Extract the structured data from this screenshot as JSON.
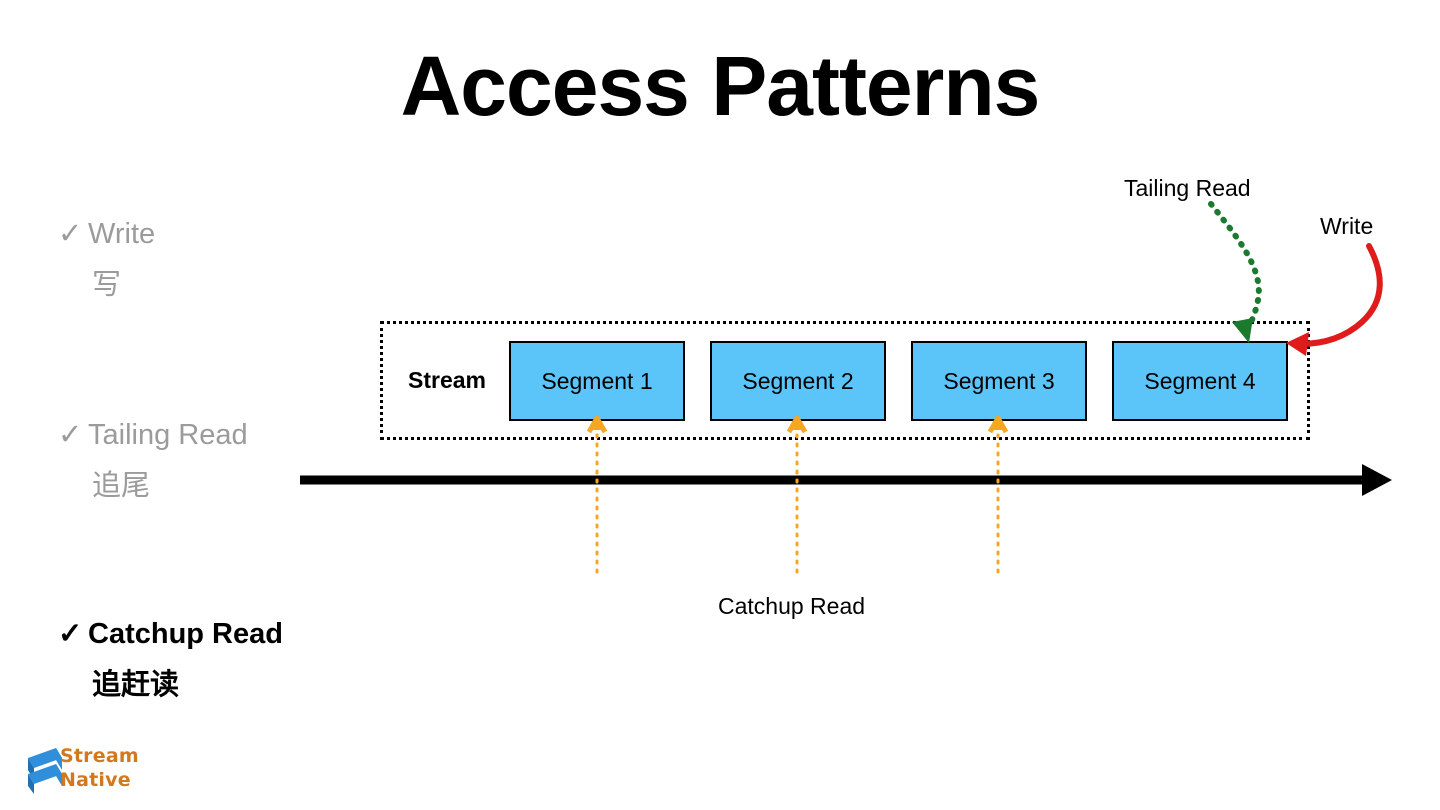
{
  "slide": {
    "title": "Access Patterns",
    "background_color": "#ffffff"
  },
  "bullets": [
    {
      "check": "✓",
      "label": "Write",
      "label_cn": "写",
      "state": "dim"
    },
    {
      "check": "✓",
      "label": "Tailing Read",
      "label_cn": "追尾",
      "state": "dim"
    },
    {
      "check": "✓",
      "label": "Catchup Read",
      "label_cn": "追赶读",
      "state": "active"
    }
  ],
  "diagram": {
    "stream_label": "Stream",
    "segments": [
      {
        "label": "Segment 1"
      },
      {
        "label": "Segment 2"
      },
      {
        "label": "Segment 3"
      },
      {
        "label": "Segment 4"
      }
    ],
    "annotations": {
      "tailing_read": "Tailing Read",
      "write": "Write",
      "catchup_read": "Catchup Read"
    },
    "colors": {
      "segment_fill": "#5bc4f9",
      "segment_border": "#000000",
      "stream_border": "#000000",
      "tailing_read_arrow": "#1b7a2e",
      "write_arrow": "#e01b1b",
      "catchup_read_arrow": "#f5a623",
      "timeline": "#000000",
      "bullet_dim": "#9b9b9b",
      "bullet_active": "#000000"
    }
  },
  "logo": {
    "line1": "Stream",
    "line2": "Native",
    "mark_color": "#2f8fdb",
    "text_color": "#d2781e"
  }
}
